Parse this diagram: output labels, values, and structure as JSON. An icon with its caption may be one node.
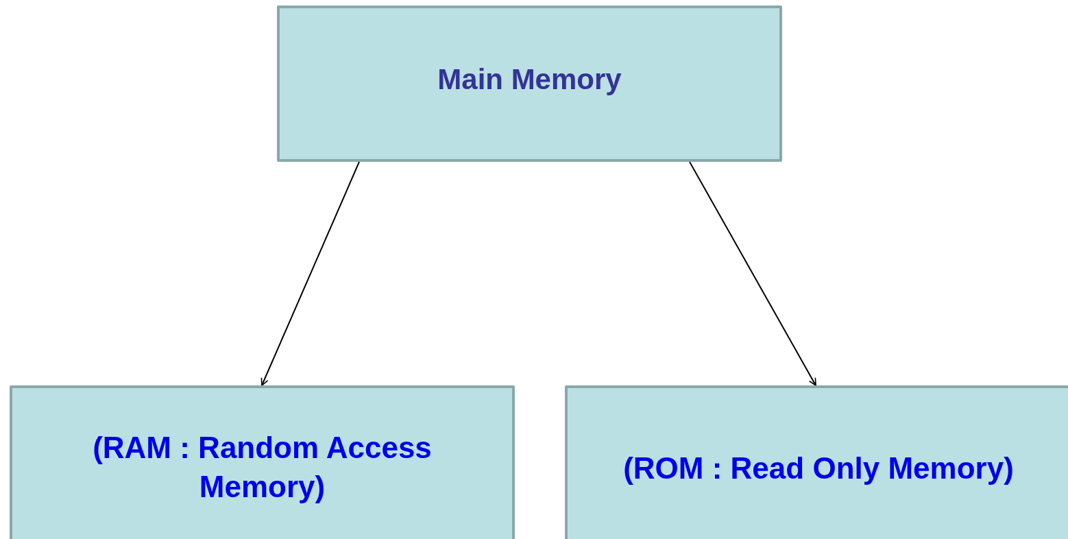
{
  "diagram": {
    "nodes": [
      {
        "text": [
          "Main Memory"
        ]
      },
      {
        "text": [
          "(RAM : Random Access Memory)"
        ]
      },
      {
        "text": [
          "(ROM : Read Only Memory)"
        ]
      }
    ],
    "edges": [
      {
        "from": 0,
        "to": 1,
        "arrow": "to"
      },
      {
        "from": 0,
        "to": 2,
        "arrow": "to"
      }
    ]
  }
}
